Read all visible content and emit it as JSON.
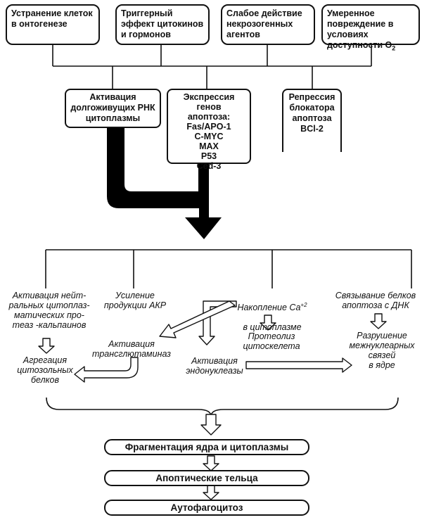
{
  "top_boxes": [
    "Устранение клеток в онтогенезе",
    "Триггерный эффект цитокинов и гормонов",
    "Слабое действие некрозогенных агентов",
    "Умеренное повреждение в условиях доступности O",
    "2"
  ],
  "mid_boxes": {
    "rna": "Активация\nдолгоживущих РНК\nцитоплазмы",
    "genes": "Экспрессия генов\nапоптоза:\nFas/APO-1\nC-MYC\nMAX\nP53\nCed-3",
    "bcl": "Репрессия\nблокатора\nапоптоза\nBCl-2"
  },
  "branches": {
    "calpain": "Активация нейт-\nральных цитоплаз-\nматических про-\nтеаз -кальпаинов",
    "akr": "Усиление\nпродукции АКР",
    "ca_pre": "Накопление Ca",
    "ca_sup": "+2",
    "ca_post": "в цитоплазме",
    "dna": "Связывание белков\nапоптоза с ДНК",
    "aggregation": "Агрегация\nцитозольных\nбелков",
    "transglut": "Активация\nтрансглютаминаз",
    "proteolysis": "Протеолиз\nцитоскелета",
    "endonuclease": "Активация\nэндонуклеазы",
    "internucleosomal": "Разрушение\nмежнуклеарных\nсвязей\nв ядре"
  },
  "final_steps": [
    "Фрагментация ядра и цитоплазмы",
    "Апоптические тельца",
    "Аутофагоцитоз"
  ]
}
